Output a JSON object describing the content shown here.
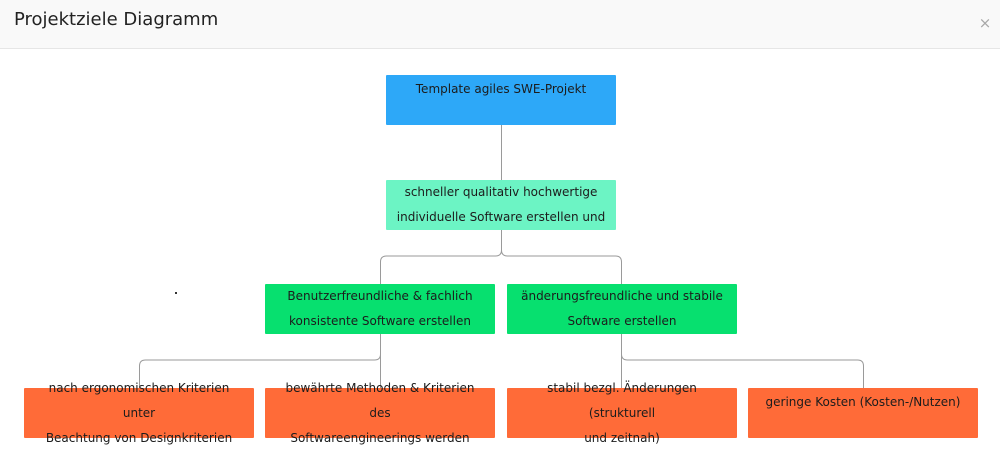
{
  "dialog": {
    "title": "Projektziele Diagramm",
    "close_glyph": "×"
  },
  "colors": {
    "root": "#2da8f8",
    "level1": "#6cf4c4",
    "level2": "#07e06f",
    "level3": "#ff6b38",
    "connector": "#9a9a9a"
  },
  "diagram": {
    "root": {
      "lines": [
        "Template agiles SWE-Projekt"
      ]
    },
    "level1": {
      "lines": [
        "schneller qualitativ hochwertige",
        "individuelle Software erstellen und"
      ]
    },
    "level2": [
      {
        "lines": [
          "Benutzerfreundliche & fachlich",
          "konsistente Software erstellen"
        ]
      },
      {
        "lines": [
          "änderungsfreundliche und stabile",
          "Software erstellen"
        ]
      }
    ],
    "level3": [
      {
        "lines": [
          "nach ergonomischen Kriterien unter",
          "Beachtung von Designkriterien"
        ]
      },
      {
        "lines": [
          "bewährte Methoden & Kriterien des",
          "Softwareengineerings werden"
        ]
      },
      {
        "lines": [
          "stabil bezgl. Änderungen (strukturell",
          "und zeitnah)"
        ]
      },
      {
        "lines": [
          "geringe Kosten (Kosten-/Nutzen)"
        ]
      }
    ]
  }
}
